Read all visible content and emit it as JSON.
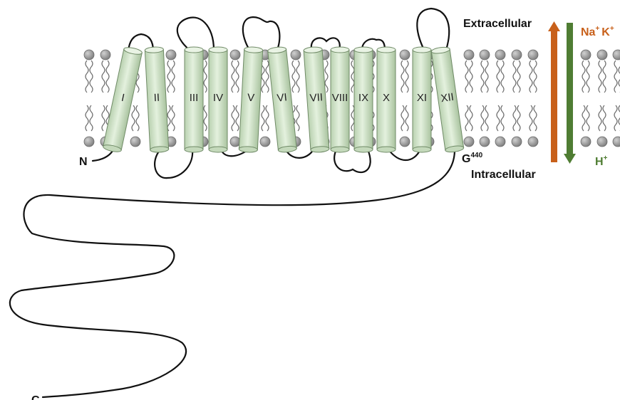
{
  "labels": {
    "extracellular": "Extracellular",
    "intracellular": "Intracellular",
    "n_terminus": "N",
    "c_terminus": "C",
    "residue_base": "G",
    "residue_num": "440"
  },
  "ions": {
    "na_base": "Na",
    "k_base": "K",
    "h_base": "H",
    "charge": "+"
  },
  "helices": [
    "I",
    "II",
    "III",
    "IV",
    "V",
    "VI",
    "VII",
    "VIII",
    "IX",
    "X",
    "XI",
    "XII"
  ],
  "colors": {
    "helix_fill": "#d6e8cf",
    "helix_stroke": "#6f8a66",
    "lipid_head": "#8e8e8e",
    "tail": "#6e6e6e",
    "chain": "#111111",
    "efflux_arrow": "#c8601a",
    "influx_arrow": "#4f7d33",
    "na_k_text": "#c8601a",
    "h_text": "#4f7d33"
  }
}
